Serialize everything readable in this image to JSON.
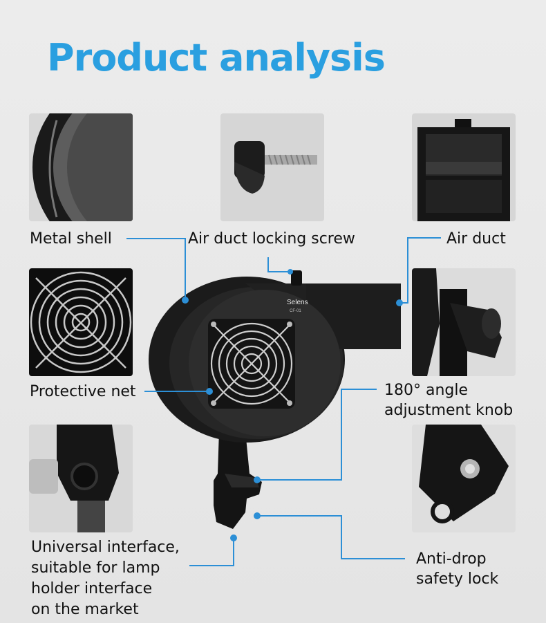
{
  "title": "Product analysis",
  "product": {
    "brand": "Selens",
    "model": "CF-01"
  },
  "labels": {
    "metal_shell": "Metal shell",
    "air_duct_locking_screw": "Air duct locking screw",
    "air_duct": "Air duct",
    "protective_net": "Protective net",
    "adjustment_knob": [
      "180° angle",
      "adjustment knob"
    ],
    "universal_interface": [
      "Universal interface,",
      "suitable for lamp",
      "holder interface",
      "on the market"
    ],
    "anti_drop_safety_lock": [
      "Anti-drop",
      "safety lock"
    ]
  },
  "colors": {
    "title": "#2a9fe0",
    "callout_line": "#2c8fd6",
    "background": "#e9e9e9"
  }
}
